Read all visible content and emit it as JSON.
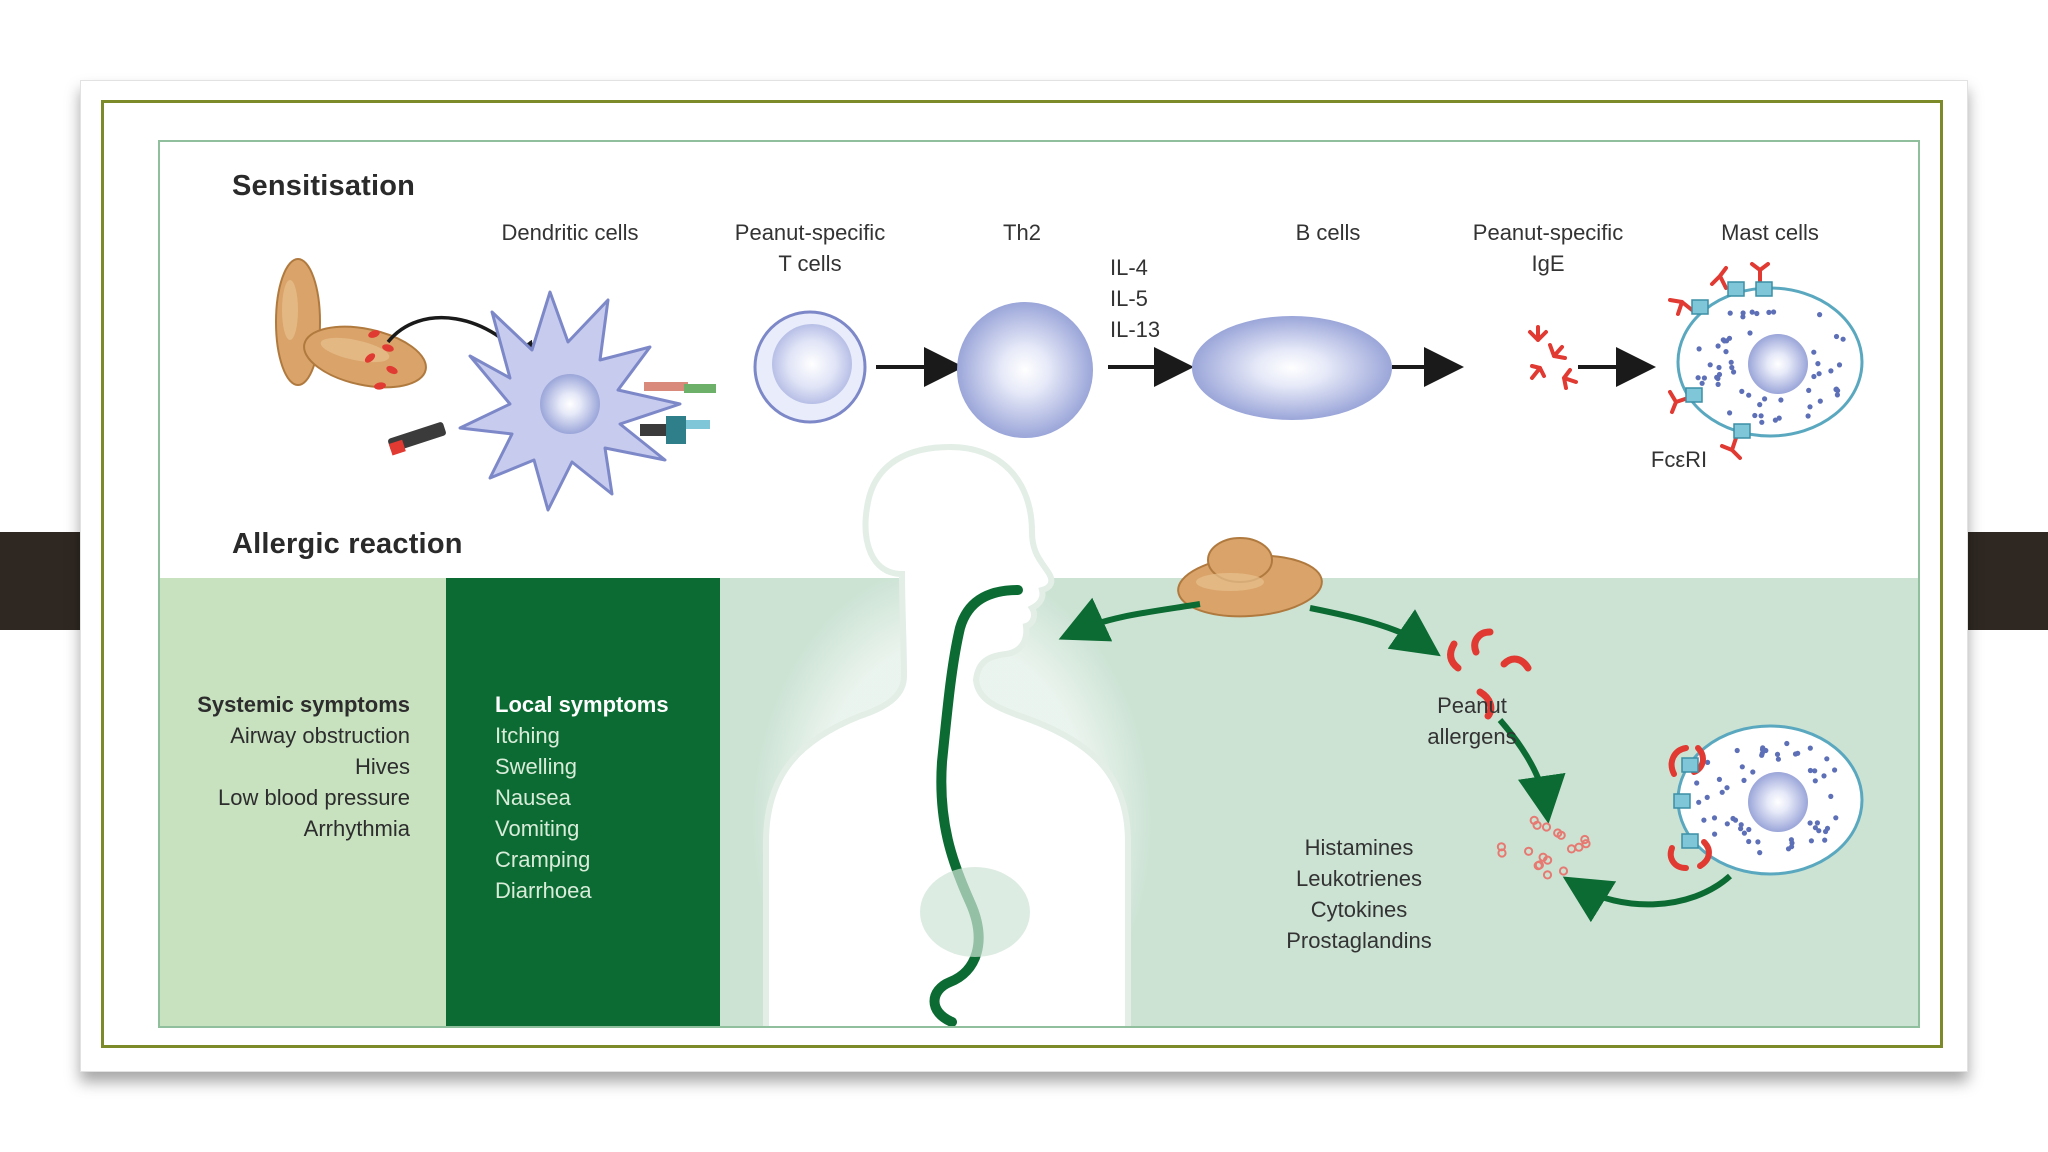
{
  "sections": {
    "sensitisation_title": "Sensitisation",
    "allergic_title": "Allergic reaction"
  },
  "labels": {
    "dendritic": "Dendritic cells",
    "tcells": "Peanut-specific\nT cells",
    "th2": "Th2",
    "interleukins": "IL-4\nIL-5\nIL-13",
    "bcells": "B cells",
    "ige": "Peanut-specific\nIgE",
    "mast": "Mast cells",
    "fceri": "FcεRI",
    "peanut_allergens": "Peanut\nallergens",
    "mediators": "Histamines\nLeukotrienes\nCytokines\nProstaglandins"
  },
  "systemic": {
    "title": "Systemic symptoms",
    "items": [
      "Airway obstruction",
      "Hives",
      "Low blood pressure",
      "Arrhythmia"
    ]
  },
  "local": {
    "title": "Local symptoms",
    "items": [
      "Itching",
      "Swelling",
      "Nausea",
      "Vomiting",
      "Cramping",
      "Diarrhoea"
    ]
  },
  "colors": {
    "dark_green": "#0b6b32",
    "light_green": "#c8e2c0",
    "mint": "#cce3d4",
    "cell_blue": "#a9b3e0",
    "allergen_red": "#e03a32",
    "peanut_tan": "#d9a36a",
    "receptor_cyan": "#7ec6d8"
  }
}
